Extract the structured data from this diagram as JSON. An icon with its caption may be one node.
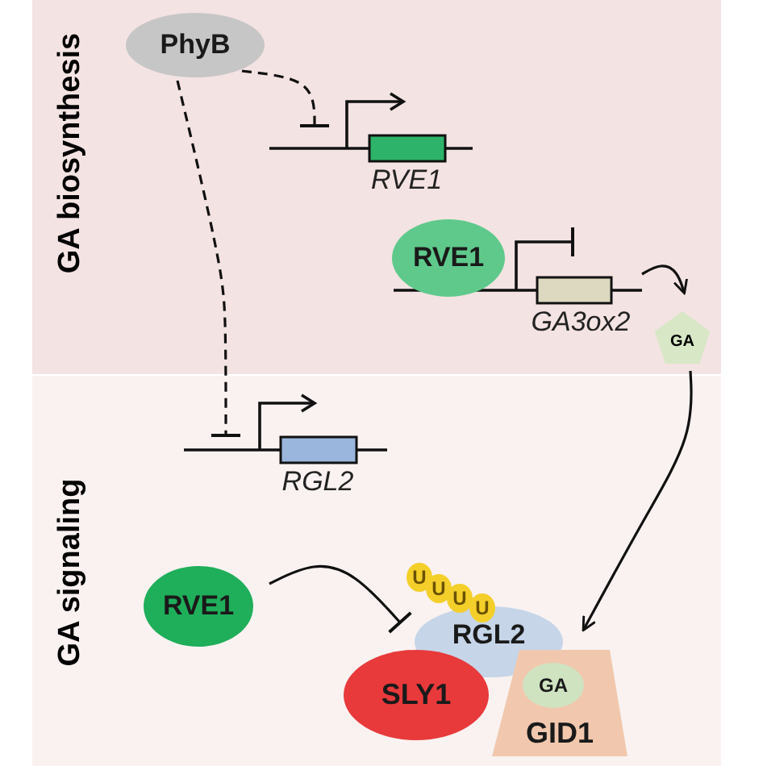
{
  "diagram": {
    "nodes": [
      {
        "text": [
          "GA biosynthesis"
        ]
      },
      {
        "text": [
          "GA signaling"
        ]
      },
      {
        "text": [
          "PhyB"
        ],
        "in": 0
      },
      {
        "text": [
          "RVE1"
        ],
        "in": 0
      },
      {
        "text": [
          "RVE1"
        ],
        "in": 0
      },
      {
        "text": [
          "GA3ox2"
        ],
        "in": 0
      },
      {
        "text": [
          "GA"
        ],
        "in": 0
      },
      {
        "text": [
          "RGL2"
        ],
        "in": 1
      },
      {
        "text": [
          "RVE1"
        ],
        "in": 1
      },
      {
        "text": [
          "RGL2"
        ],
        "in": 1
      },
      {
        "text": [
          "SLY1"
        ],
        "in": 1
      },
      {
        "text": [
          "GA",
          "GID1"
        ],
        "in": 1
      }
    ],
    "edges": [
      {
        "from": 2,
        "to": 3,
        "arrow": "other",
        "style": "dashed"
      },
      {
        "from": 2,
        "to": 7,
        "arrow": "other",
        "style": "dashed"
      },
      {
        "from": 5,
        "to": 6,
        "arrow": "to"
      },
      {
        "from": 6,
        "to": 11,
        "arrow": "to"
      },
      {
        "from": 8,
        "to": 9,
        "arrow": "other"
      }
    ],
    "labels": [
      "U",
      "U",
      "U",
      "U"
    ]
  }
}
